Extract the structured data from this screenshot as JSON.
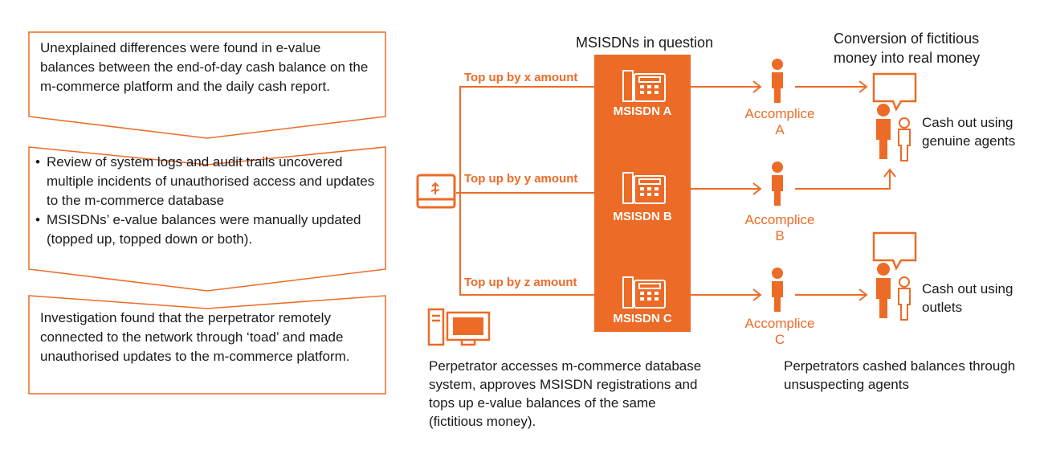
{
  "colors": {
    "accent": "#ec6b27",
    "text": "#1a1a1a"
  },
  "left_panel": {
    "step1": "Unexplained differences were found in e-value balances between the end-of-day cash balance on the m-commerce platform and the daily cash report.",
    "step2_bullets": [
      "Review of system logs and audit trails uncovered multiple incidents of unauthorised access and updates to the m-commerce database",
      "MSISDNs’ e-value balances were manually updated (topped up, topped down or both)."
    ],
    "step3": "Investigation found that the perpetrator remotely connected to the network through ‘toad’ and made unauthorised updates to the m-commerce platform."
  },
  "flow": {
    "msisdn_title": "MSISDNs in question",
    "topups": [
      "Top up by x amount",
      "Top up by y amount",
      "Top up by z amount"
    ],
    "msisdns": [
      "MSISDN A",
      "MSISDN B",
      "MSISDN C"
    ],
    "accomplices": [
      {
        "line1": "Accomplice",
        "line2": "A"
      },
      {
        "line1": "Accomplice",
        "line2": "B"
      },
      {
        "line1": "Accomplice",
        "line2": "C"
      }
    ],
    "conversion_title": "Conversion of fictitious money into real money",
    "cashout_genuine": "Cash out using genuine agents",
    "cashout_outlets": "Cash out using outlets",
    "perpetrator_caption": "Perpetrator accesses m-commerce database system, approves MSISDN registrations and tops up e-value balances of the same (fictitious money).",
    "agents_caption": "Perpetrators cashed balances through unsuspecting agents"
  },
  "icons": [
    "usb-drive-icon",
    "desk-phone-icon",
    "person-icon",
    "agent-group-icon",
    "computer-icon"
  ]
}
